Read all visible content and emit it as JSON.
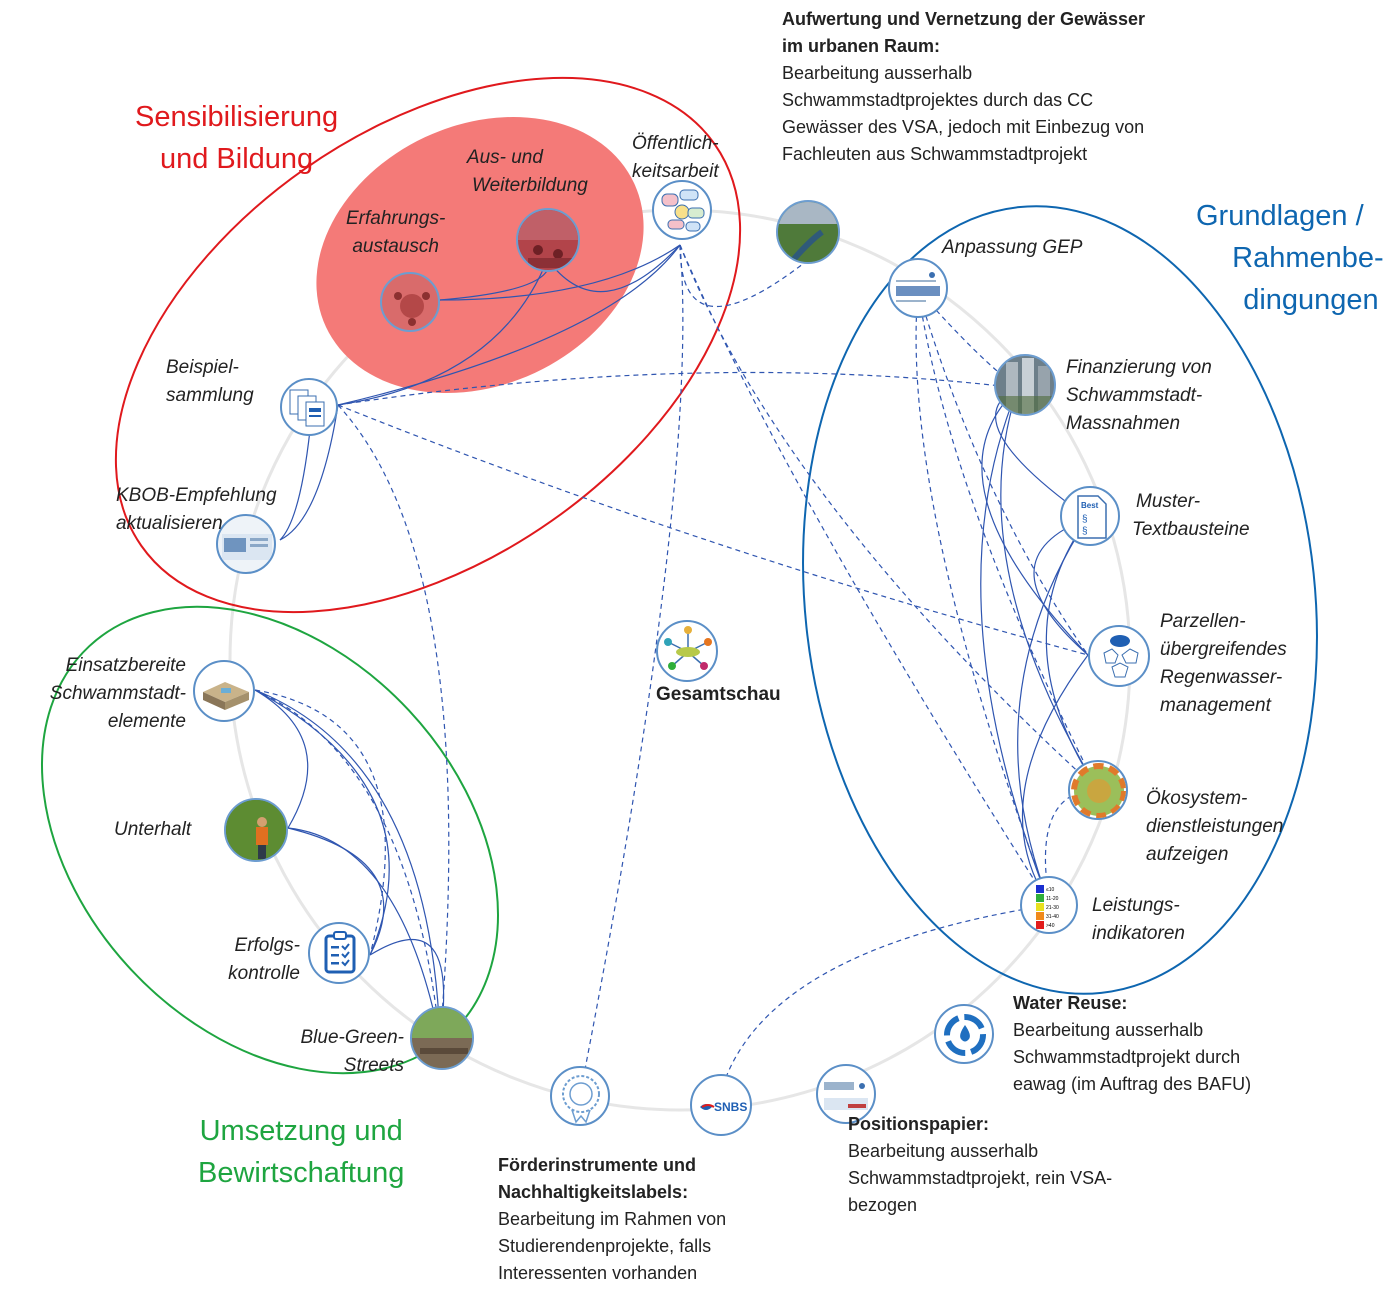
{
  "colors": {
    "red": "#e0191d",
    "red_fill": "#f47a78",
    "green": "#1ea540",
    "blue": "#0e66b0",
    "link": "#2f55b0",
    "node_border": "#5b8fc7",
    "ring": "#e6e6e6"
  },
  "groups": {
    "sensibilisierung": [
      "Sensibilisierung",
      "und Bildung"
    ],
    "umsetzung": [
      "Umsetzung und",
      "Bewirtschaftung"
    ],
    "grundlagen": [
      "Grundlagen /",
      "Rahmenbe-",
      "dingungen"
    ]
  },
  "nodes": {
    "erfahrungsaustausch": {
      "lines": [
        "Erfahrungs-",
        "austausch"
      ],
      "icon": "round-table-photo"
    },
    "aus_weiterbildung": {
      "lines": [
        "Aus- und",
        "Weiterbildung"
      ],
      "icon": "classroom-photo"
    },
    "oeffentlichkeitsarbeit": {
      "lines": [
        "Öffentlich-",
        "keitsarbeit"
      ],
      "icon": "speech-bubbles-icon"
    },
    "beispielsammlung": {
      "lines": [
        "Beispiel-",
        "sammlung"
      ],
      "icon": "documents-icon"
    },
    "kbob": {
      "lines": [
        "KBOB-Empfehlung",
        "aktualisieren"
      ],
      "icon": "website-screenshot"
    },
    "anpassung_gep": {
      "lines": [
        "Anpassung GEP"
      ],
      "icon": "document-thumbnail"
    },
    "finanzierung": {
      "lines": [
        "Finanzierung von",
        "Schwammstadt-",
        "Massnahmen"
      ],
      "icon": "coins-photo"
    },
    "muster": {
      "lines": [
        "Muster-",
        "Textbausteine"
      ],
      "icon": "paragraph-document-icon"
    },
    "parzellen": {
      "lines": [
        "Parzellen-",
        "übergreifendes",
        "Regenwasser-",
        "management"
      ],
      "icon": "rain-cloud-pentagons-icon"
    },
    "oekosystem": {
      "lines": [
        "Ökosystem-",
        "dienstleistungen",
        "aufzeigen"
      ],
      "icon": "ecosystem-wheel"
    },
    "leistung": {
      "lines": [
        "Leistungs-",
        "indikatoren"
      ],
      "icon": "color-legend",
      "legend": [
        "≤10",
        "11-20",
        "21-30",
        "31-40",
        ">40"
      ]
    },
    "einsatzbereite": {
      "lines": [
        "Einsatzbereite",
        "Schwammstadt-",
        "elemente"
      ],
      "icon": "module-render"
    },
    "unterhalt": {
      "lines": [
        "Unterhalt"
      ],
      "icon": "gardener-photo"
    },
    "erfolgskontrolle": {
      "lines": [
        "Erfolgs-",
        "kontrolle"
      ],
      "icon": "checklist-icon"
    },
    "blue_green": {
      "lines": [
        "Blue-Green-",
        "Streets"
      ],
      "icon": "street-photo"
    },
    "gewaesser_photo": {
      "icon": "stream-photo"
    },
    "water_reuse": {
      "icon": "water-recycle-icon"
    },
    "positionspapier": {
      "icon": "paper-thumbnail"
    },
    "snbs": {
      "icon": "snbs-logo",
      "logo_text": "SNBS"
    },
    "foerder": {
      "icon": "seal-icon"
    },
    "gesamtschau": {
      "label": "Gesamtschau",
      "icon": "network-hub-icon"
    }
  },
  "notes": {
    "gewaesser": {
      "title": [
        "Aufwertung und Vernetzung der Gewässer",
        "im urbanen Raum:"
      ],
      "body": [
        "Bearbeitung ausserhalb",
        "Schwammstadtprojektes durch das CC",
        "Gewässer des VSA, jedoch mit Einbezug von",
        "Fachleuten aus Schwammstadtprojekt"
      ]
    },
    "water_reuse": {
      "title": [
        "Water Reuse:"
      ],
      "body": [
        "Bearbeitung ausserhalb",
        "Schwammstadtprojekt durch",
        "eawag (im Auftrag des BAFU)"
      ]
    },
    "positionspapier": {
      "title": [
        "Positionspapier:"
      ],
      "body": [
        "Bearbeitung ausserhalb",
        "Schwammstadtprojekt, rein VSA-",
        "bezogen"
      ]
    },
    "foerder": {
      "title": [
        "Förderinstrumente und",
        "Nachhaltigkeitslabels:"
      ],
      "body": [
        "Bearbeitung im Rahmen von",
        "Studierendenprojekte, falls",
        "Interessenten vorhanden"
      ]
    }
  }
}
